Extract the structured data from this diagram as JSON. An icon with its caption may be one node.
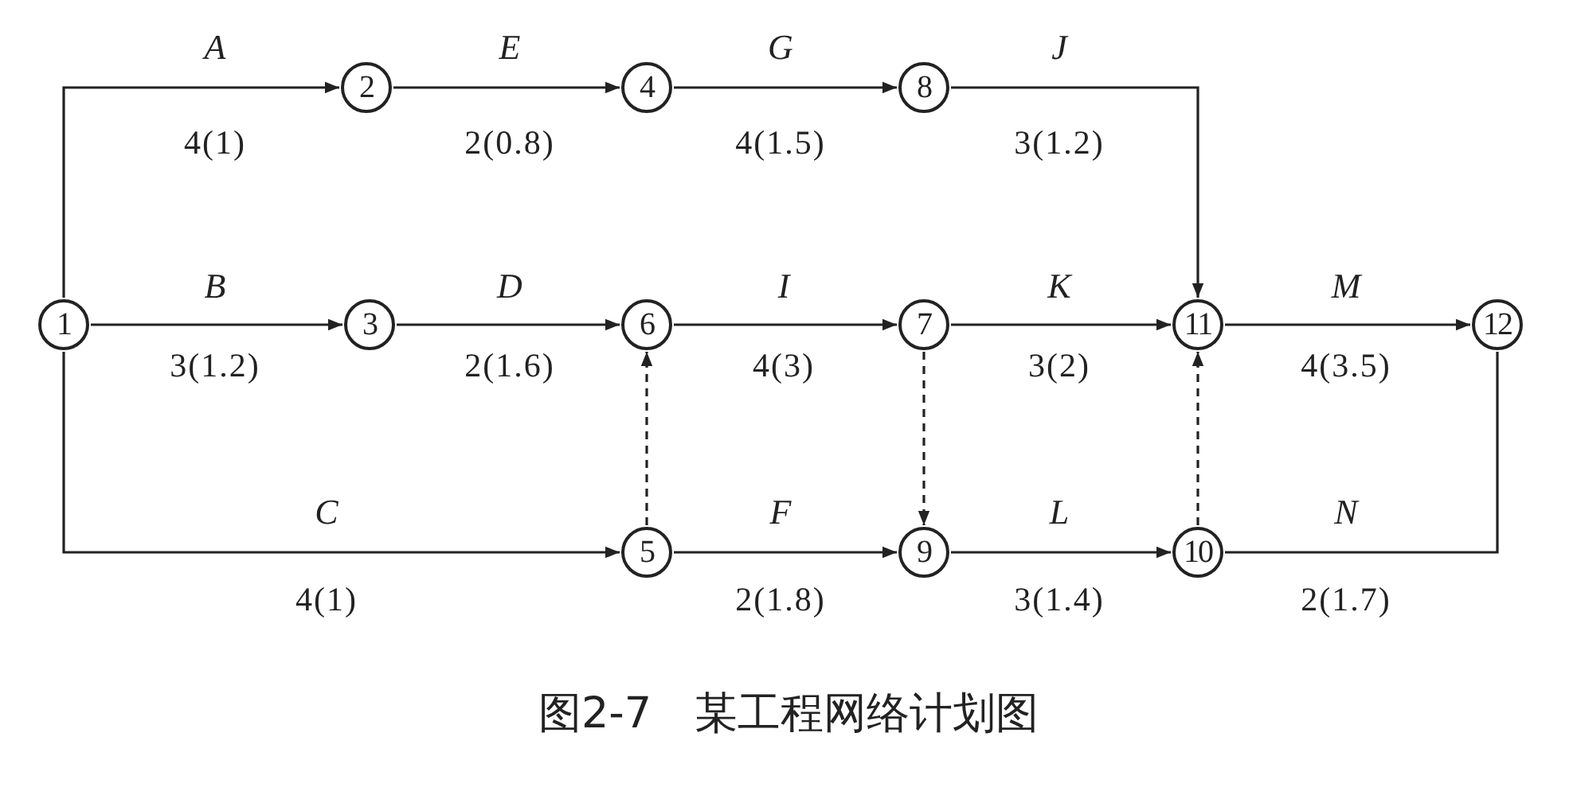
{
  "diagram": {
    "caption": "图2-7　某工程网络计划图",
    "nodes": [
      {
        "text": [
          "1"
        ]
      },
      {
        "text": [
          "2"
        ]
      },
      {
        "text": [
          "3"
        ]
      },
      {
        "text": [
          "4"
        ]
      },
      {
        "text": [
          "5"
        ]
      },
      {
        "text": [
          "6"
        ]
      },
      {
        "text": [
          "7"
        ]
      },
      {
        "text": [
          "8"
        ]
      },
      {
        "text": [
          "9"
        ]
      },
      {
        "text": [
          "10"
        ]
      },
      {
        "text": [
          "11"
        ]
      },
      {
        "text": [
          "12"
        ]
      }
    ],
    "edges": [
      {
        "from": 0,
        "to": 1,
        "arrow": "to",
        "label": "A"
      },
      {
        "from": 0,
        "to": 2,
        "arrow": "to",
        "label": "B"
      },
      {
        "from": 0,
        "to": 4,
        "arrow": "to",
        "label": "C"
      },
      {
        "from": 1,
        "to": 3,
        "arrow": "to",
        "label": "E"
      },
      {
        "from": 3,
        "to": 7,
        "arrow": "to",
        "label": "G"
      },
      {
        "from": 7,
        "to": 10,
        "arrow": "to",
        "label": "J"
      },
      {
        "from": 2,
        "to": 5,
        "arrow": "to",
        "label": "D"
      },
      {
        "from": 5,
        "to": 6,
        "arrow": "to",
        "label": "I"
      },
      {
        "from": 6,
        "to": 10,
        "arrow": "to",
        "label": "K"
      },
      {
        "from": 10,
        "to": 11,
        "arrow": "to",
        "label": "M"
      },
      {
        "from": 4,
        "to": 5,
        "arrow": "to",
        "style": "dashed"
      },
      {
        "from": 6,
        "to": 8,
        "arrow": "to",
        "style": "dashed"
      },
      {
        "from": 9,
        "to": 10,
        "arrow": "to",
        "style": "dashed"
      },
      {
        "from": 4,
        "to": 8,
        "arrow": "to",
        "label": "F"
      },
      {
        "from": 8,
        "to": 9,
        "arrow": "to",
        "label": "L"
      },
      {
        "from": 9,
        "to": 11,
        "arrow": "none",
        "label": "N"
      }
    ],
    "labels": [
      "4(1)",
      "2(0.8)",
      "4(1.5)",
      "3(1.2)",
      "3(1.2)",
      "2(1.6)",
      "4(3)",
      "3(2)",
      "4(3.5)",
      "4(1)",
      "2(1.8)",
      "3(1.4)",
      "2(1.7)"
    ]
  }
}
